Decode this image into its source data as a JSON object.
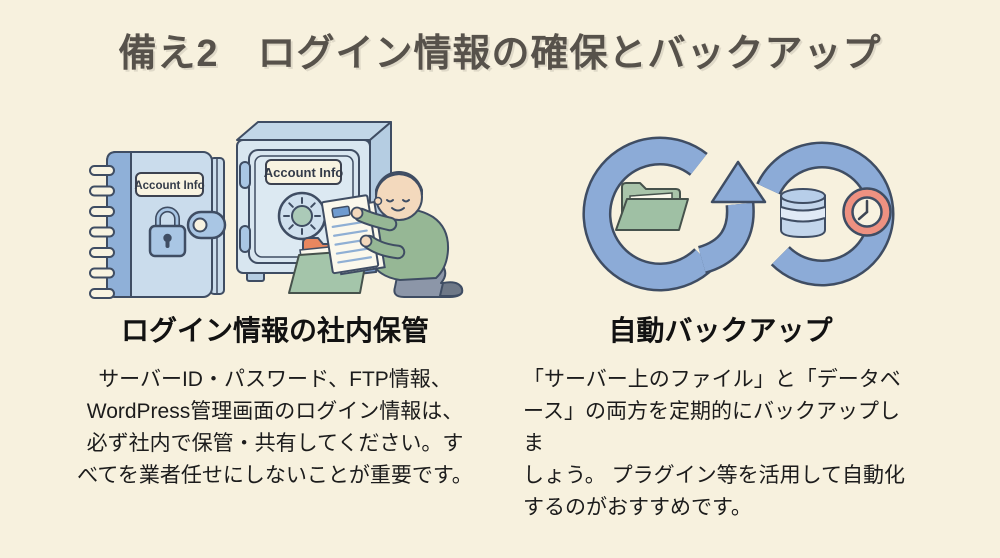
{
  "page": {
    "title": "備え2　ログイン情報の確保とバックアップ"
  },
  "left_section": {
    "heading": "ログイン情報の社内保管",
    "body": "サーバーID・パスワード、FTP情報、\nWordPress管理画面のログイン情報は、\n必ず社内で保管・共有してください。す\nべてを業者任せにしないことが重要です。",
    "illustration": {
      "notebook_label": "Account Info",
      "safe_label": "Account Info",
      "icons": [
        "notebook-icon",
        "lock-icon",
        "safe-icon",
        "dial-icon",
        "person-figure",
        "document-stack-icon",
        "folder-orange-icon",
        "folder-green-icon"
      ]
    }
  },
  "right_section": {
    "heading": "自動バックアップ",
    "body": "「サーバー上のファイル」と「データベ\nース」の両方を定期的にバックアップしま\nしょう。 プラグイン等を活用して自動化\nするのがおすすめです。",
    "illustration": {
      "icons": [
        "sync-loop-arrows-icon",
        "folder-icon",
        "database-icon",
        "clock-icon"
      ]
    }
  },
  "colors": {
    "background": "#f7f1de",
    "title_text": "#57524b",
    "body_text": "#1c1c1c",
    "outline": "#3f4d63",
    "illustration_blue_light": "#cadcec",
    "illustration_blue_mid": "#8fb0d8",
    "arrow_blue": "#8cabd7",
    "cream_plate": "#f8f3e1",
    "sweater_green": "#96b795",
    "folder_green": "#a4c5aa",
    "folder_orange": "#e8875f",
    "pants_gray": "#8c96a8",
    "clock_coral": "#ee9181",
    "dial_green": "#abcab8"
  }
}
